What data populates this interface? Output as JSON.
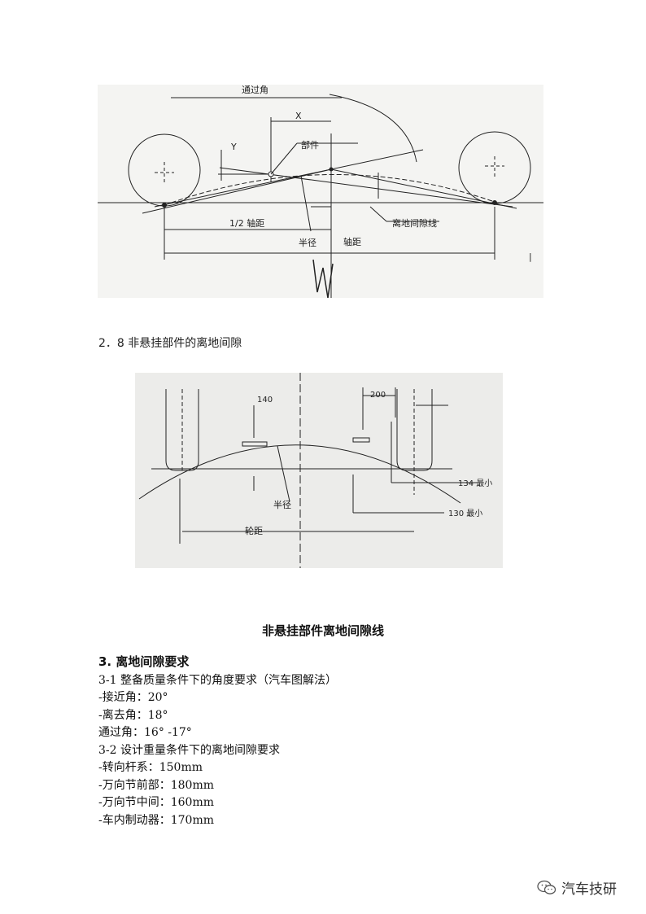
{
  "figure1": {
    "labels": {
      "pass_angle": "通过角",
      "x": "X",
      "y": "Y",
      "part": "部件",
      "half_wheelbase": "1/2 轴距",
      "radius": "半径",
      "clearance_line": "离地间隙线",
      "wheelbase": "轴距",
      "margin_mark": "|"
    }
  },
  "section_caption": "2．8 非悬挂部件的离地间隙",
  "figure2": {
    "labels": {
      "dim_140": "140",
      "dim_200": "200",
      "min_134": "134 最小",
      "min_130": "130 最小",
      "radius": "半径",
      "track": "轮距"
    }
  },
  "figure_title": "非悬挂部件离地间隙线",
  "requirements": {
    "heading": "3.   离地间隙要求",
    "lines": [
      "3-1 整备质量条件下的角度要求（汽车图解法）",
      "-接近角：20°",
      "-离去角：18°",
      "通过角：16° -17°",
      "3-2 设计重量条件下的离地间隙要求",
      "-转向杆系：150mm",
      "-万向节前部：180mm",
      "-万向节中间：160mm",
      "-车内制动器：170mm"
    ]
  },
  "watermark": {
    "text": "汽车技研",
    "icon": "wechat-icon"
  }
}
